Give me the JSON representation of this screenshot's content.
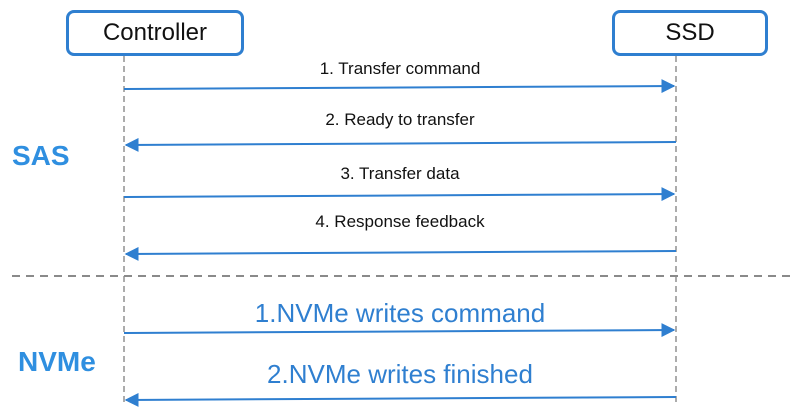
{
  "actors": {
    "left": "Controller",
    "right": "SSD"
  },
  "sections": {
    "sas": {
      "label": "SAS",
      "messages": [
        {
          "text": "1. Transfer command",
          "direction": "to-ssd"
        },
        {
          "text": "2. Ready to transfer",
          "direction": "to-controller"
        },
        {
          "text": "3. Transfer data",
          "direction": "to-ssd"
        },
        {
          "text": "4. Response feedback",
          "direction": "to-controller"
        }
      ]
    },
    "nvme": {
      "label": "NVMe",
      "messages": [
        {
          "text": "1.NVMe writes command",
          "direction": "to-ssd"
        },
        {
          "text": "2.NVMe writes finished",
          "direction": "to-controller"
        }
      ]
    }
  },
  "colors": {
    "accent": "#2f7fd0",
    "section_label": "#2f8fe0",
    "lifeline": "#909090",
    "divider": "#8a8a8a"
  }
}
